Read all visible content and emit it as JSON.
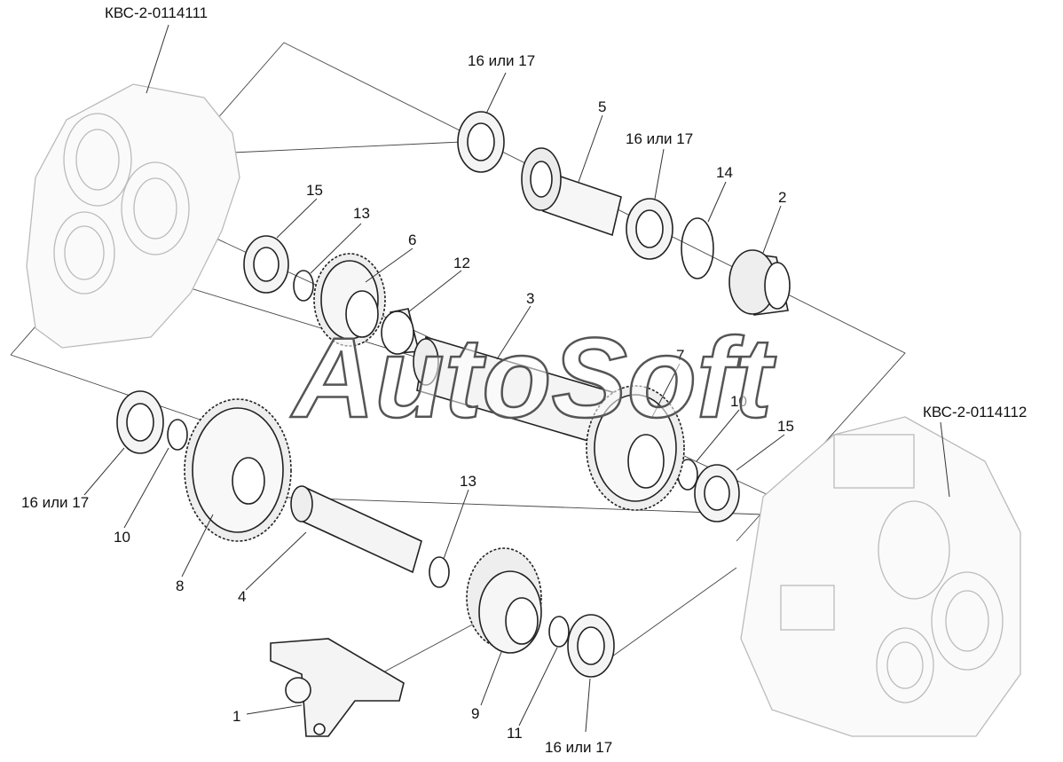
{
  "diagram": {
    "housing_left_code": "КВС-2-0114111",
    "housing_right_code": "КВС-2-0114112",
    "watermark": "AutoSoft",
    "labels": {
      "bearing_top": "16 или 17",
      "bearing_mid": "16 или 17",
      "bearing_left": "16 или 17",
      "bearing_bottom": "16 или 17",
      "p1": "1",
      "p2": "2",
      "p3": "3",
      "p4": "4",
      "p5": "5",
      "p6": "6",
      "p7": "7",
      "p8": "8",
      "p9": "9",
      "p10a": "10",
      "p10b": "10",
      "p11": "11",
      "p12": "12",
      "p13a": "13",
      "p13b": "13",
      "p14": "14",
      "p15a": "15",
      "p15b": "15"
    }
  }
}
